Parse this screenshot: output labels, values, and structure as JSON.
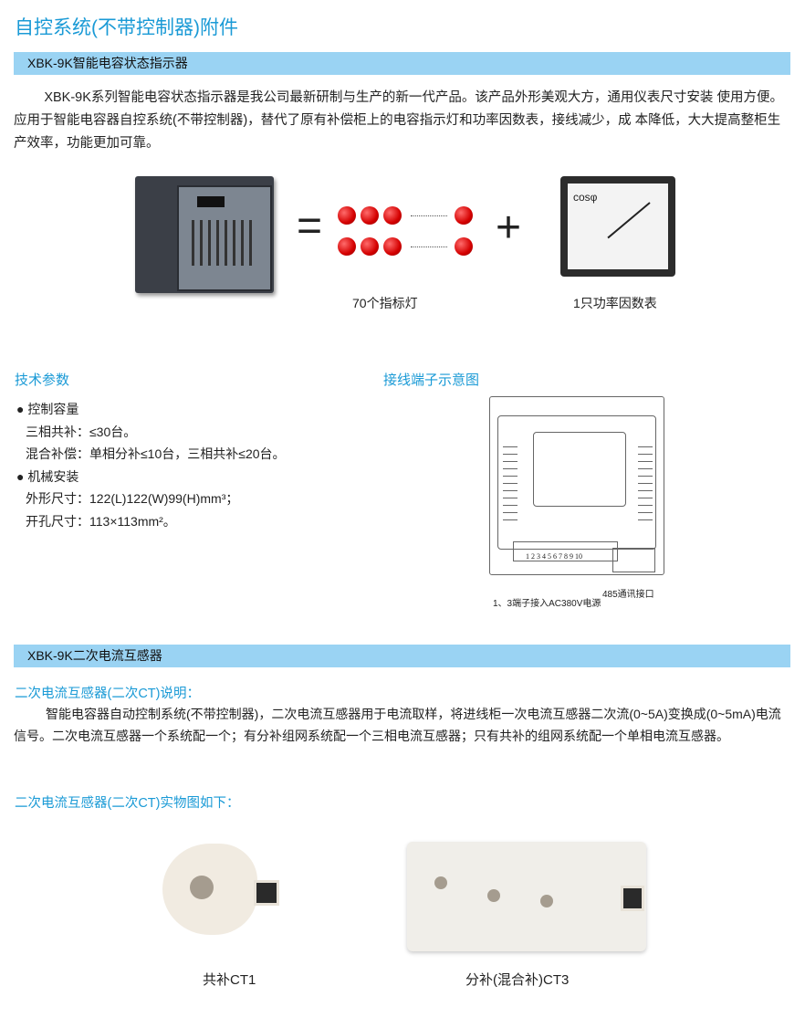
{
  "page_title": "自控系统(不带控制器)附件",
  "section1": {
    "band": "XBK-9K智能电容状态指示器",
    "intro": "XBK-9K系列智能电容状态指示器是我公司最新研制与生产的新一代产品。该产品外形美观大方，通用仪表尺寸安装 使用方便。应用于智能电容器自控系统(不带控制器)，替代了原有补偿柜上的电容指示灯和功率因数表，接线减少，成 本降低，大大提高整柜生产效率，功能更加可靠。",
    "equals": "=",
    "plus": "+",
    "lamps_caption": "70个指标灯",
    "meter_caption": "1只功率因数表",
    "meter_label": "cosφ"
  },
  "tech": {
    "heading": "技术参数",
    "items": [
      "● 控制容量",
      "三相共补：≤30台。",
      "混合补偿：单相分补≤10台，三相共补≤20台。",
      "● 机械安装",
      "外形尺寸：122(L)122(W)99(H)mm³；",
      "开孔尺寸：113×113mm²。"
    ]
  },
  "wiring": {
    "heading": "接线端子示意图",
    "terminals": [
      "1",
      "2",
      "3",
      "4",
      "5",
      "6",
      "7",
      "8",
      "9",
      "10"
    ],
    "note_power": "1、3端子接入AC380V电源",
    "note_485": "485通讯接口"
  },
  "section2": {
    "band": "XBK-9K二次电流互感器",
    "subheading": "二次电流互感器(二次CT)说明：",
    "desc": "智能电容器自动控制系统(不带控制器)，二次电流互感器用于电流取样，将进线柜一次电流互感器二次流(0~5A)变换成(0~5mA)电流信号。二次电流互感器一个系统配一个；有分补组网系统配一个三相电流互感器；只有共补的组网系统配一个单相电流互感器。",
    "photo_heading": "二次电流互感器(二次CT)实物图如下：",
    "ct1_caption": "共补CT1",
    "ct3_caption": "分补(混合补)CT3"
  }
}
